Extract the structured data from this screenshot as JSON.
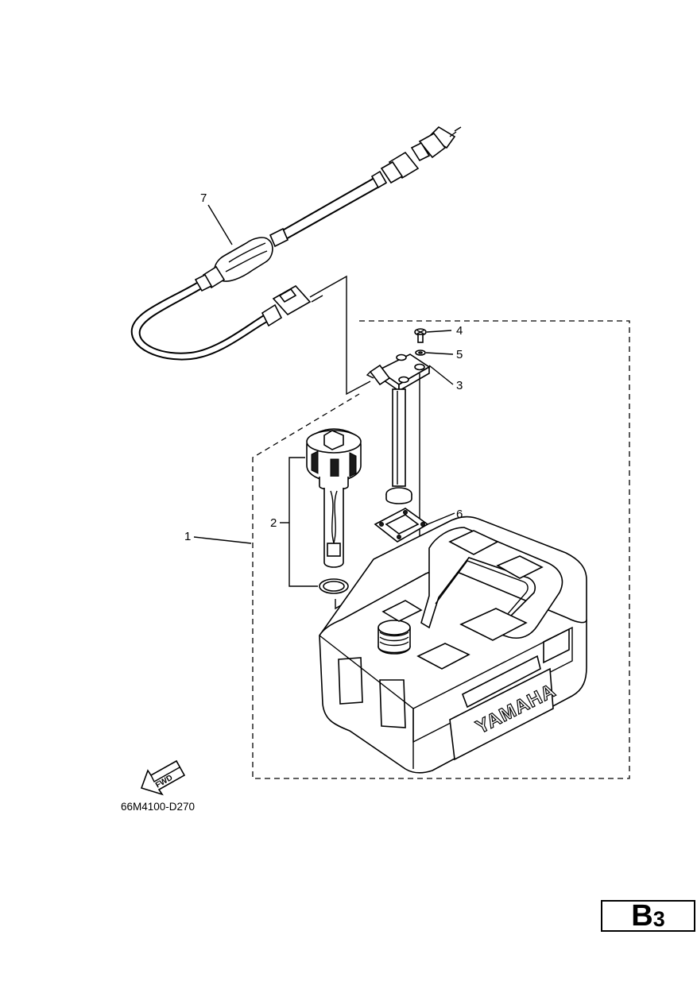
{
  "callouts": [
    {
      "id": "1",
      "label": "1"
    },
    {
      "id": "2",
      "label": "2"
    },
    {
      "id": "3",
      "label": "3"
    },
    {
      "id": "4",
      "label": "4"
    },
    {
      "id": "5",
      "label": "5"
    },
    {
      "id": "6",
      "label": "6"
    },
    {
      "id": "7",
      "label": "7"
    }
  ],
  "tank_brand": "YAMAHA",
  "arrow_label": "FWD",
  "reference_code": "66M4100-D270",
  "section": {
    "letter": "B",
    "number": "3"
  },
  "colors": {
    "ink": "#000000",
    "paper": "#ffffff"
  }
}
